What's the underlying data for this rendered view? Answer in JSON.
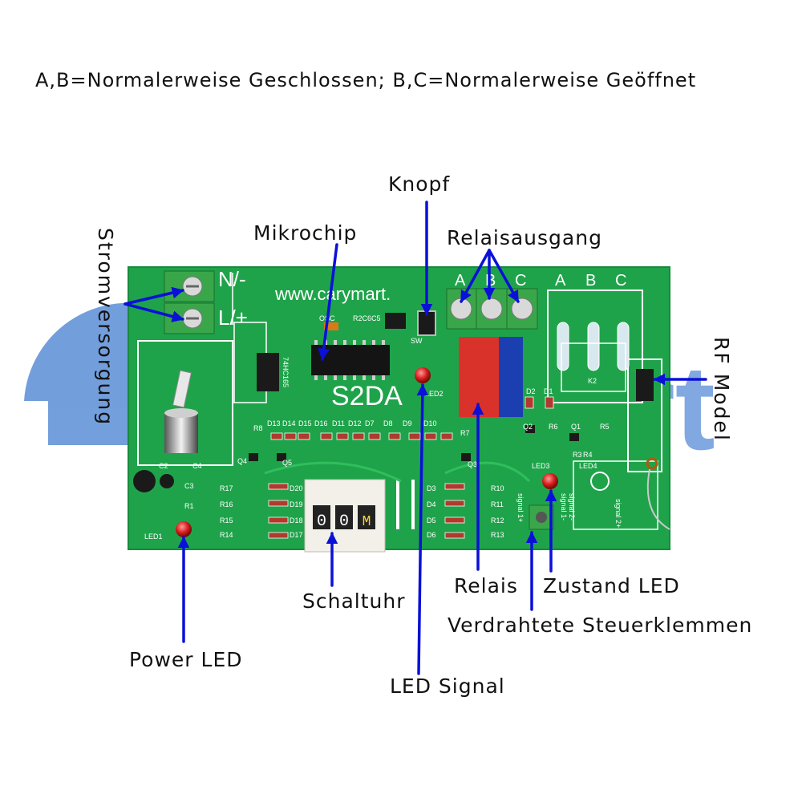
{
  "heading": "A,B=Normalerweise Geschlossen; B,C=Normalerweise Geöffnet",
  "watermark": {
    "text": "CaryMart",
    "color": "#5b8ed6"
  },
  "board": {
    "model": "S2DA",
    "website": "www.carymart.",
    "power_terminals": [
      "N/-",
      "L/+"
    ],
    "relay_terminals": [
      "A",
      "B",
      "C"
    ],
    "slot_terminals": [
      "A",
      "B",
      "C"
    ],
    "timer_digits": [
      "0",
      "0",
      "M"
    ],
    "silk": {
      "chip1": "74HC165",
      "osc": "OSC",
      "r2c6c5": "R2C6C5",
      "sw": "SW",
      "k2": "K2",
      "led2": "LED2",
      "led3": "LED3",
      "led4": "LED4",
      "led1": "LED1",
      "signal_minus": "signal 1-",
      "signal_plus": "signal 1+",
      "signal2": "signal 2+",
      "signal2m": "signal 2-",
      "diodes_top": [
        "D13",
        "D14",
        "D15",
        "D16",
        "D11",
        "D12",
        "D7",
        "D8",
        "D9",
        "D10"
      ],
      "left_res": [
        "R17",
        "R16",
        "R15",
        "R14"
      ],
      "left_diodes": [
        "D20",
        "D19",
        "D18",
        "D17"
      ],
      "right_diodes": [
        "D3",
        "D4",
        "D5",
        "D6"
      ],
      "right_res": [
        "R10",
        "R11",
        "R12",
        "R13"
      ],
      "misc": [
        "R8",
        "Q4",
        "Q5",
        "C2",
        "C3",
        "C4",
        "R1",
        "Q3",
        "R7",
        "Q2",
        "R6",
        "Q1",
        "R5",
        "R3",
        "R4",
        "D2",
        "D1"
      ]
    },
    "colors": {
      "pcb": "#1fa34a",
      "silkscreen": "#ffffff",
      "arrow": "#0a10d8",
      "led": "#d81e1e"
    }
  },
  "labels": {
    "knopf": "Knopf",
    "mikrochip": "Mikrochip",
    "relaisausgang": "Relaisausgang",
    "stromversorgung": "Stromversorgung",
    "rf_model": "RF Model",
    "power_led": "Power LED",
    "schaltuhr": "Schaltuhr",
    "led_signal": "LED Signal",
    "relais": "Relais",
    "zustand_led": "Zustand LED",
    "verdrahtete": "Verdrahtete Steuerklemmen"
  }
}
